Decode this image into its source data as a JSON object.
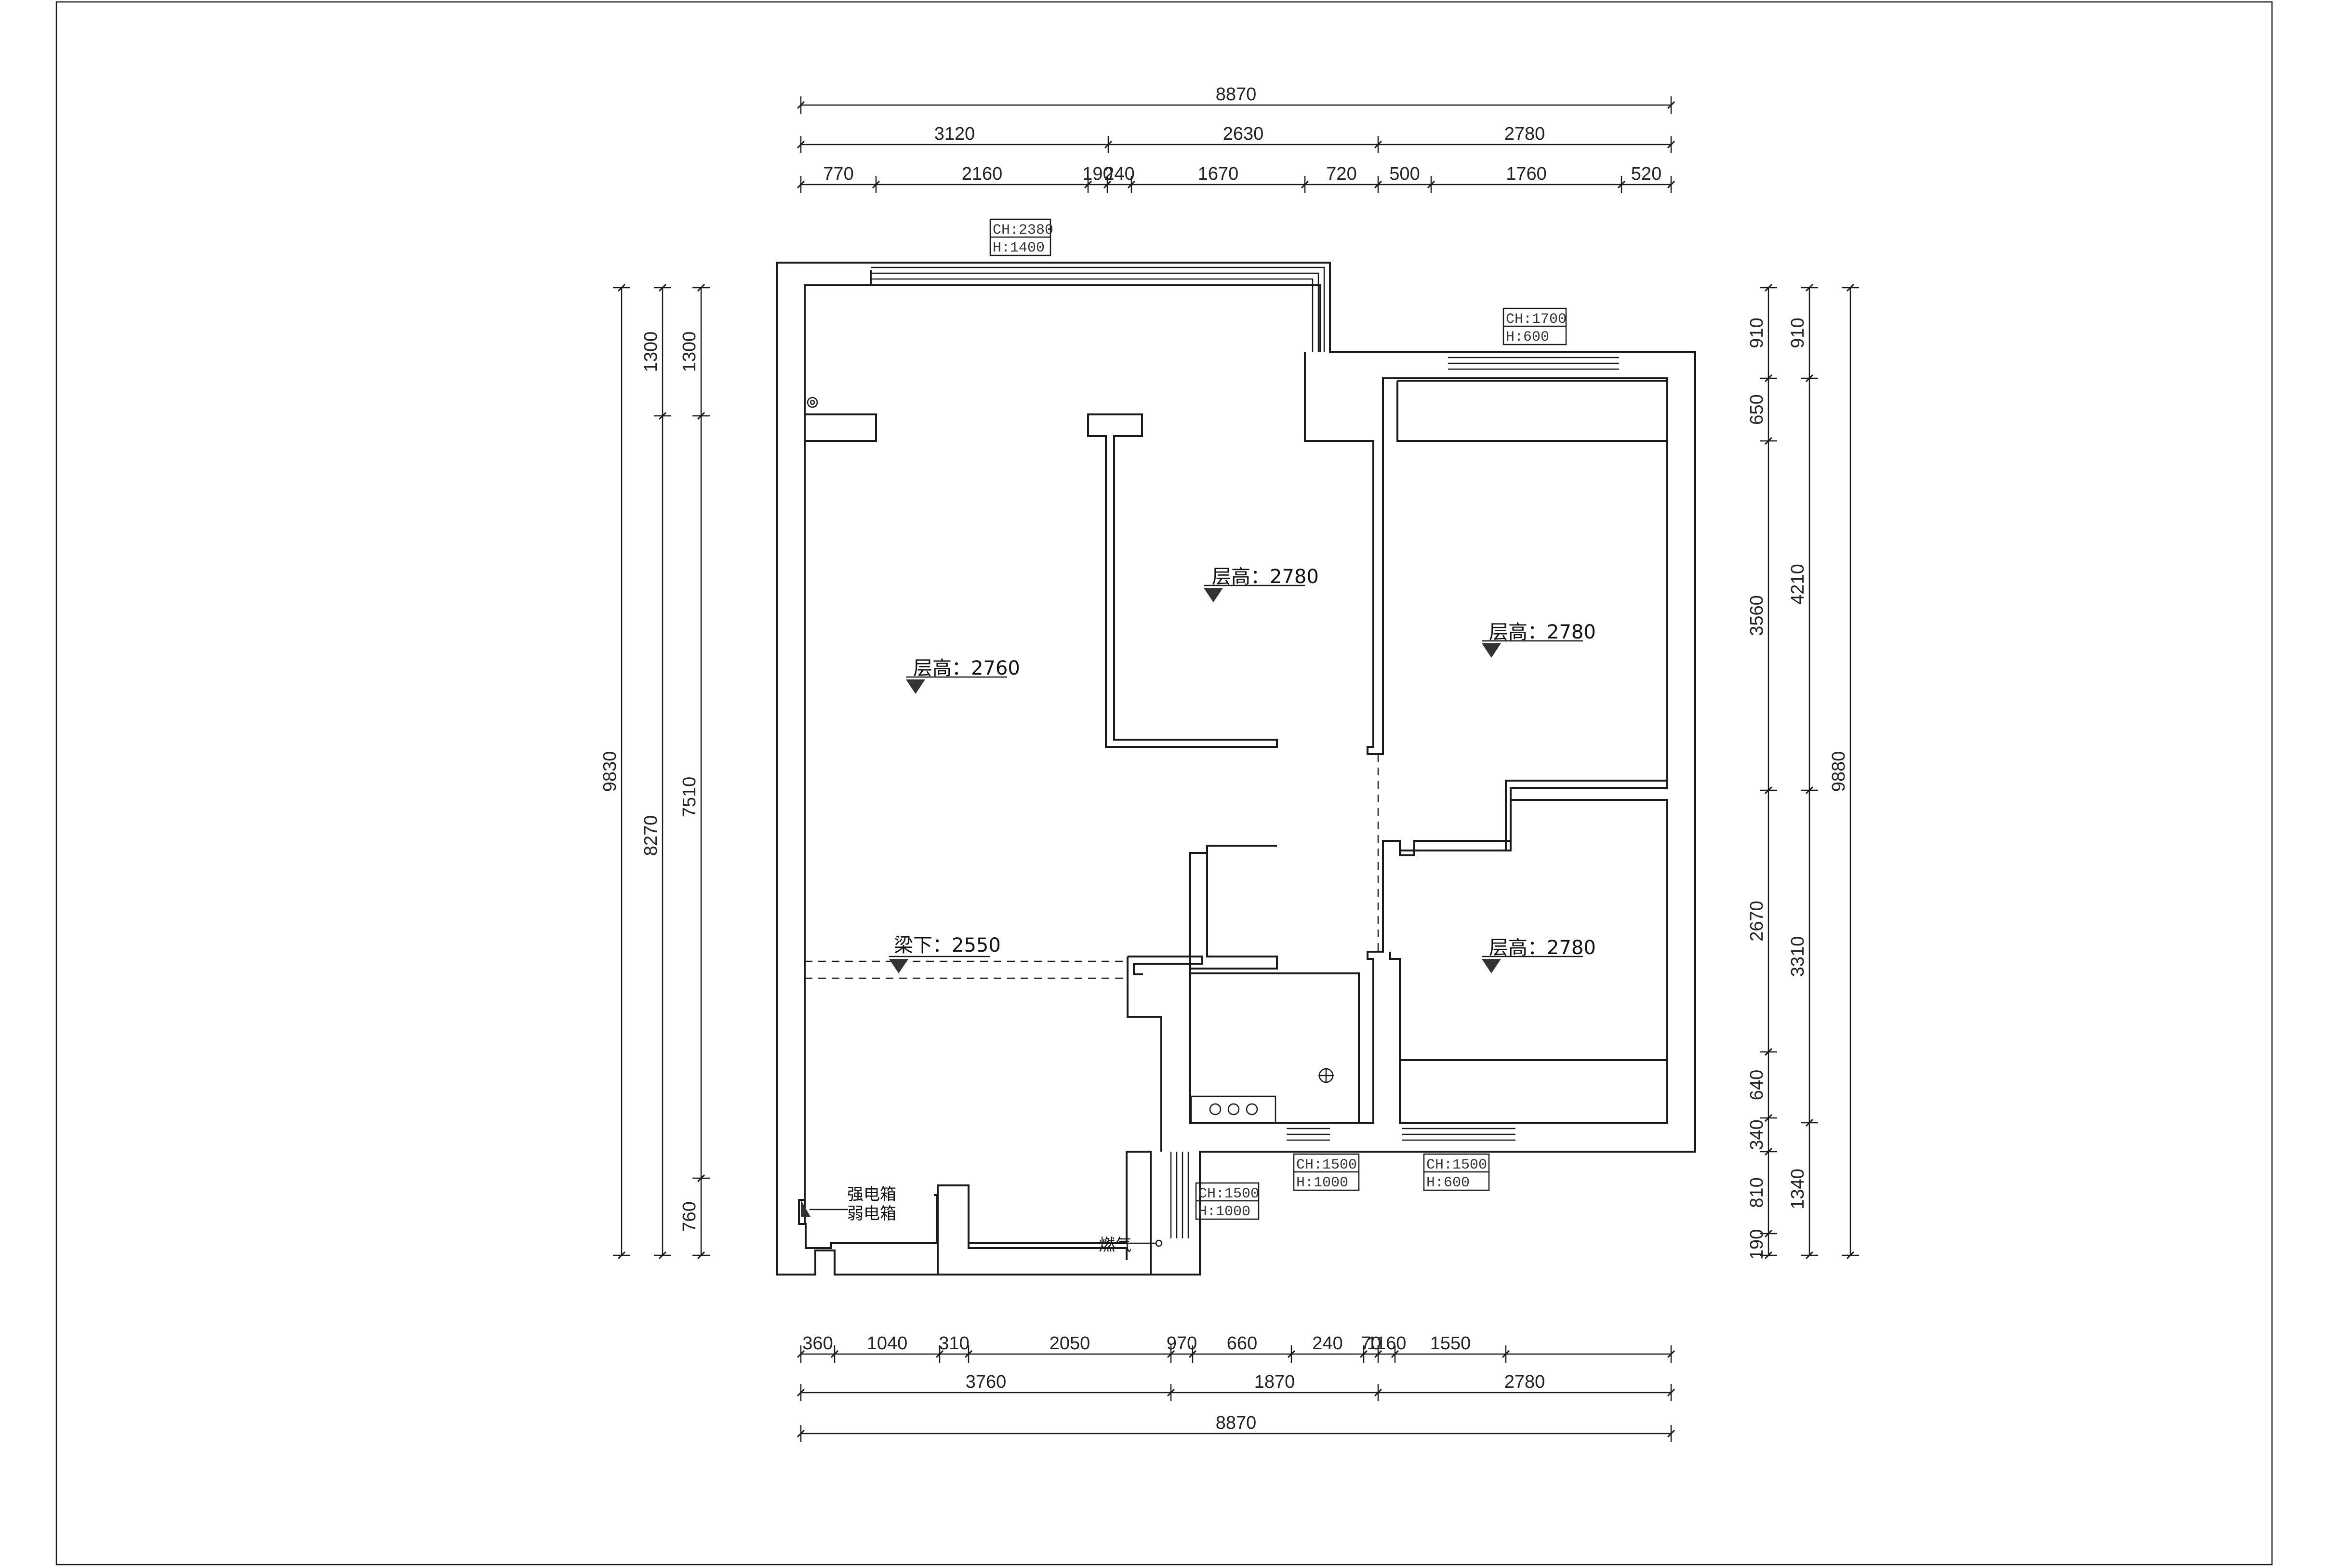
{
  "dimensions": {
    "top": {
      "overall": "8870",
      "row2": [
        "3120",
        "2630",
        "2780"
      ],
      "row3": [
        "770",
        "2160",
        "190",
        "240",
        "1670",
        "720",
        "500",
        "1760",
        "520"
      ]
    },
    "bottom": {
      "row1": [
        "360",
        "1040",
        "310",
        "2050",
        "970",
        "660",
        "240",
        "70",
        "1160",
        "1550"
      ],
      "row2": [
        "3760",
        "1870",
        "2780"
      ],
      "overall": "8870"
    },
    "left": {
      "outer": "9830",
      "mid": [
        "1300",
        "8270"
      ],
      "inner": [
        "1300",
        "7510",
        "760"
      ]
    },
    "right": {
      "inner": [
        "910",
        "650",
        "3560",
        "2670",
        "640",
        "340",
        "810",
        "190"
      ],
      "mid": [
        "910",
        "4210",
        "3310",
        "1340"
      ],
      "outer": "9880"
    }
  },
  "labels": {
    "ceiling_living": "层高：2760",
    "ceiling_master": "层高：2780",
    "ceiling_bedroom2": "层高：2780",
    "ceiling_bedroom3": "层高：2780",
    "beam": "梁下：2550",
    "strong_box": "强电箱",
    "weak_box": "弱电箱",
    "gas": "燃气"
  },
  "window_tags": {
    "balcony_top": [
      "CH:2380",
      "H:1400"
    ],
    "bedroom_top": [
      "CH:1700",
      "H:600"
    ],
    "kitchen_bottom": [
      "CH:1500",
      "H:1000"
    ],
    "bedroom_bottom": [
      "CH:1500",
      "H:600"
    ],
    "entry_side": [
      "CH:1500",
      "H:1000"
    ]
  }
}
